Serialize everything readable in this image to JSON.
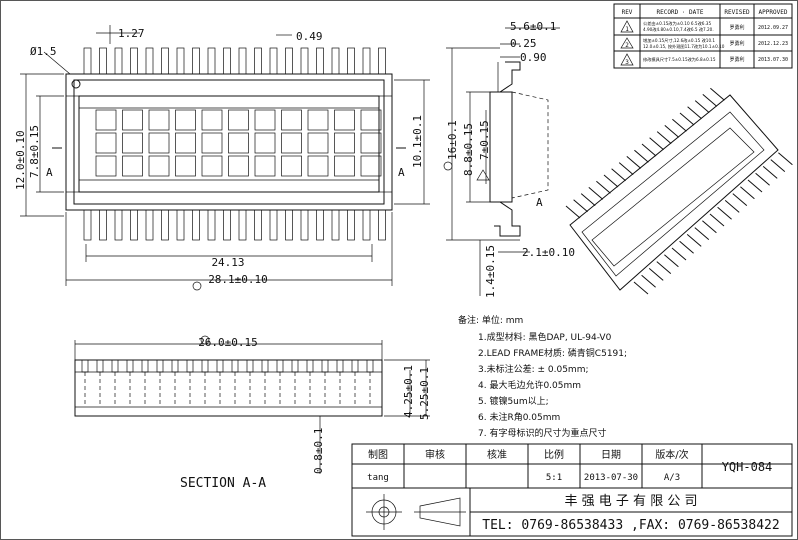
{
  "revision_table": {
    "headers": [
      "REV",
      "RECORD · DATE",
      "REVISED",
      "APPROVED"
    ],
    "rows": [
      {
        "rev": "1",
        "record": "公差由±0.15改为±0.10 6.5改6.35",
        "record2": "4.90改4.80±0.10,7.4改6.5 改7.20.",
        "revised": "罗勇利",
        "date": "2012.09.27"
      },
      {
        "rev": "2",
        "record": "增加±0.15尺寸,12.6改±0.15 改10.1",
        "record2": "12.0±0.15, 按外观图11.7改为10.1±0.10",
        "revised": "罗勇利",
        "date": "2012.12.23"
      },
      {
        "rev": "3",
        "record": "修改模具尺寸7.5±0.15改为6.8±0.15",
        "record2": "",
        "revised": "罗勇利",
        "date": "2013.07.30"
      }
    ]
  },
  "dimensions": {
    "pitch": "1.27",
    "pin_width": "0.49",
    "hole": "Ø1.5",
    "total_height": "12.0±0.10",
    "inner_height": "7.8±0.15",
    "mold_height": "10.1±0.1",
    "pin_span": "24.13",
    "total_length": "28.1±0.10",
    "side_width": "5.6±0.1",
    "side_thick": "0.25",
    "side_lead": "0.90",
    "side_height": "16±0.1",
    "side_inner": "8.8±0.15",
    "side_slot": "7±0.15",
    "side_foot": "2.1±0.10",
    "side_pin": "1.4±0.15",
    "section_length": "26.0±0.15",
    "section_h1": "4.25±0.1",
    "section_h2": "5.25±0.1",
    "section_base": "0.8±0.1",
    "section_mark": "A",
    "view_a": "A"
  },
  "section_label": "SECTION  A-A",
  "notes": {
    "title": "备注:   单位: mm",
    "items": [
      "1.成型材料: 黑色DAP, UL-94-V0",
      "2.LEAD  FRAME材质: 磷青铜C5191;",
      "3.未标注公差:  ± 0.05mm;",
      "4. 最大毛边允许0.05mm",
      "5. 镀镍5um以上;",
      "6. 未注R角0.05mm",
      "7. 有字母标识的尺寸为重点尺寸"
    ]
  },
  "title_block": {
    "headers": [
      "制图",
      "审核",
      "核准",
      "比例",
      "日期",
      "版本/次"
    ],
    "drawn_by": "tang",
    "scale": "5:1",
    "date": "2013-07-30",
    "version": "A/3",
    "part_no": "YQH-084",
    "company": "丰 强 电 子   有 限 公 司",
    "contact": "TEL: 0769-86538433 ,FAX: 0769-86538422"
  }
}
